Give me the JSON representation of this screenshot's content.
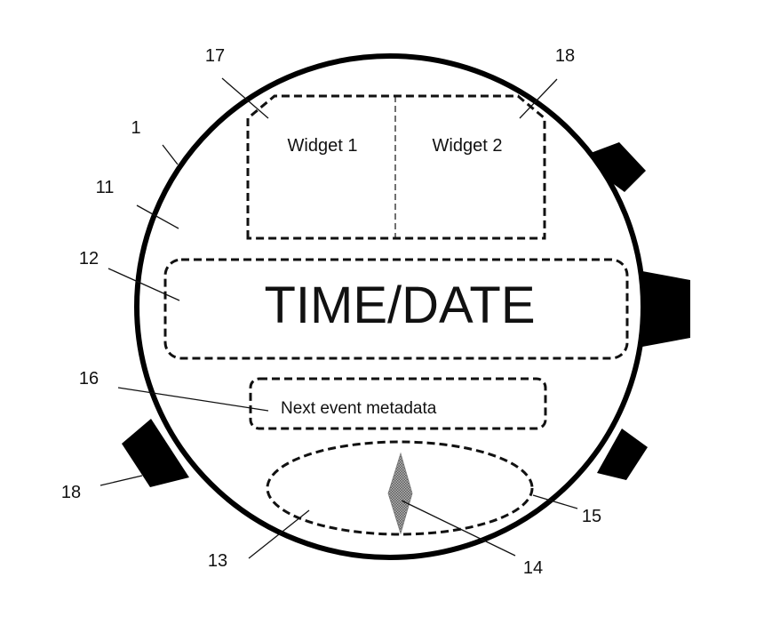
{
  "figure": {
    "type": "patent-style line drawing",
    "subject": "wrist device with display regions",
    "colors": {
      "line": "#000000",
      "background": "#ffffff",
      "pointer_fill": "#8a8a8a"
    }
  },
  "regions": {
    "widget_1": {
      "text": "Widget 1"
    },
    "widget_2": {
      "text": "Widget 2"
    },
    "time_date": {
      "text": "TIME/DATE"
    },
    "next_event": {
      "text": "Next event metadata"
    }
  },
  "reference_labels": {
    "device": "1",
    "display": "11",
    "time_region": "12",
    "lower_region": "13",
    "pointer": "14",
    "ellipse_region": "15",
    "event_region": "16",
    "widget_region_left": "17",
    "widget_region_right": "18",
    "button_left": "18"
  }
}
